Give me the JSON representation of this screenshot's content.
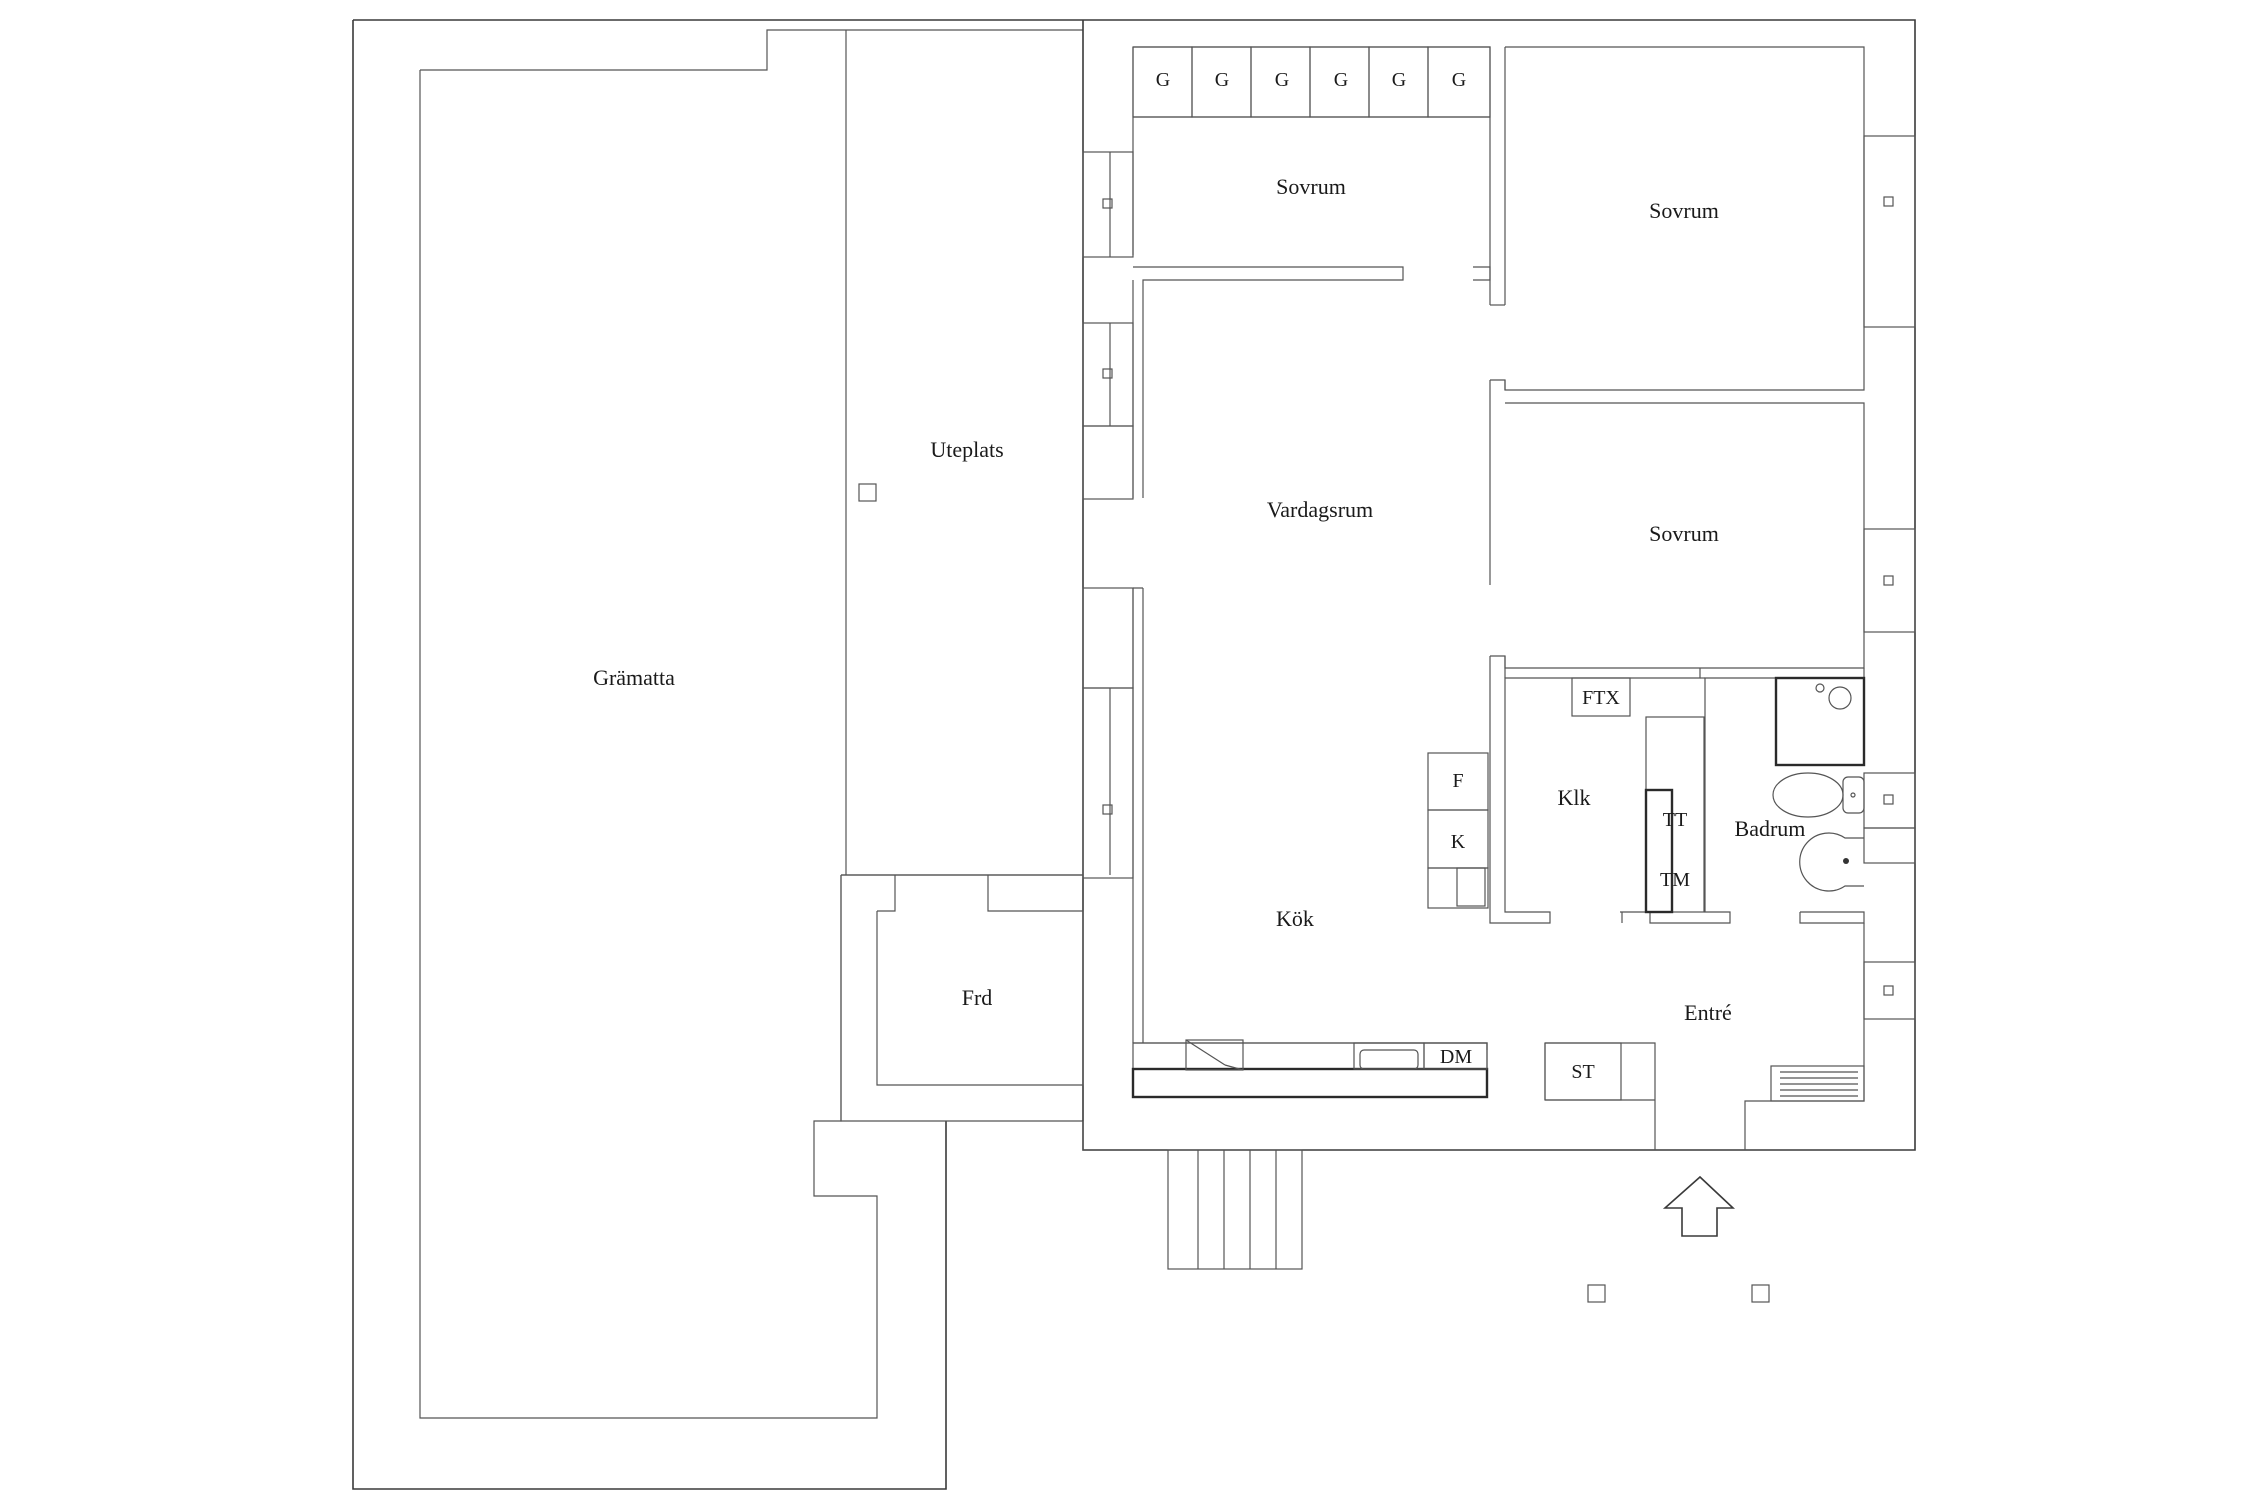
{
  "rooms": {
    "gramatta": "Grämatta",
    "uteplats": "Uteplats",
    "sovrum_top": "Sovrum",
    "sovrum_right": "Sovrum",
    "sovrum_mid": "Sovrum",
    "vardagsrum": "Vardagsrum",
    "klk": "Klk",
    "badrum": "Badrum",
    "kok": "Kök",
    "frd": "Frd",
    "entre": "Entré"
  },
  "fixtures": {
    "wardrobes": [
      "G",
      "G",
      "G",
      "G",
      "G",
      "G"
    ],
    "ftx": "FTX",
    "fridge": "F",
    "freezer": "K",
    "tumble_dryer": "TT",
    "washing_machine": "TM",
    "dishwasher": "DM",
    "storage": "ST"
  },
  "icons": {
    "entrance": "entrance-arrow-icon",
    "stairs": "stairs-icon",
    "toilet": "toilet-icon",
    "sink": "sink-icon",
    "shower": "shower-icon",
    "radiator": "radiator-icon",
    "stove": "stove-icon"
  }
}
